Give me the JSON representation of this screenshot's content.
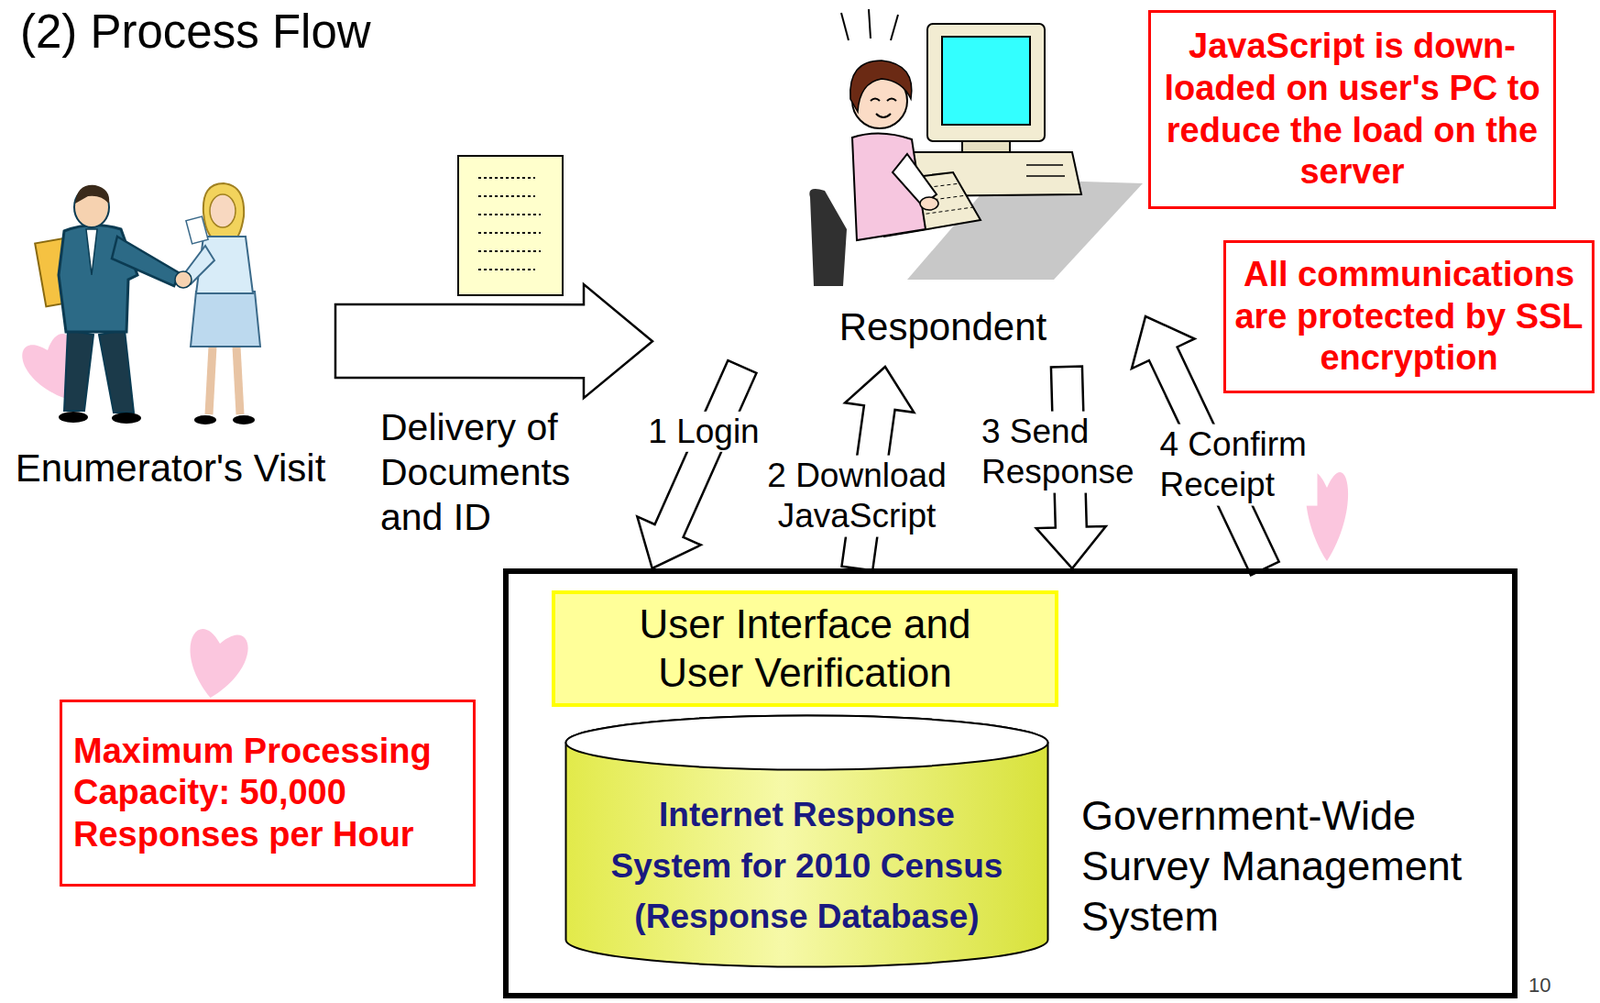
{
  "diagram": {
    "title": "(2) Process Flow",
    "nodes": [
      {
        "text": [
          "Enumerator's Visit"
        ]
      },
      {
        "text": [
          "Respondent"
        ]
      },
      {
        "text": [
          "JavaScript is down-loaded on user's PC to reduce the load on the server"
        ]
      },
      {
        "text": [
          "All communications are protected by SSL encryption"
        ]
      },
      {
        "text": [
          "Government-Wide Survey Management System"
        ]
      },
      {
        "text": [
          "User Interface and User Verification"
        ],
        "in": 4
      },
      {
        "text": [
          "Internet Response System for 2010 Census (Response Database)"
        ],
        "in": 4
      },
      {
        "text": [
          "Maximum Processing Capacity: 50,000 Responses per Hour"
        ]
      }
    ],
    "edges": [
      {
        "from": 0,
        "to": 1,
        "label": "Delivery of Documents and ID",
        "arrow": "to"
      },
      {
        "from": 1,
        "to": 4,
        "label": "1 Login",
        "arrow": "to"
      },
      {
        "from": 4,
        "to": 1,
        "label": "2 Download JavaScript",
        "arrow": "to"
      },
      {
        "from": 1,
        "to": 4,
        "label": "3 Send Response",
        "arrow": "to"
      },
      {
        "from": 4,
        "to": 1,
        "label": "4 Confirm Receipt",
        "arrow": "to"
      }
    ],
    "labels": [
      "10"
    ]
  }
}
